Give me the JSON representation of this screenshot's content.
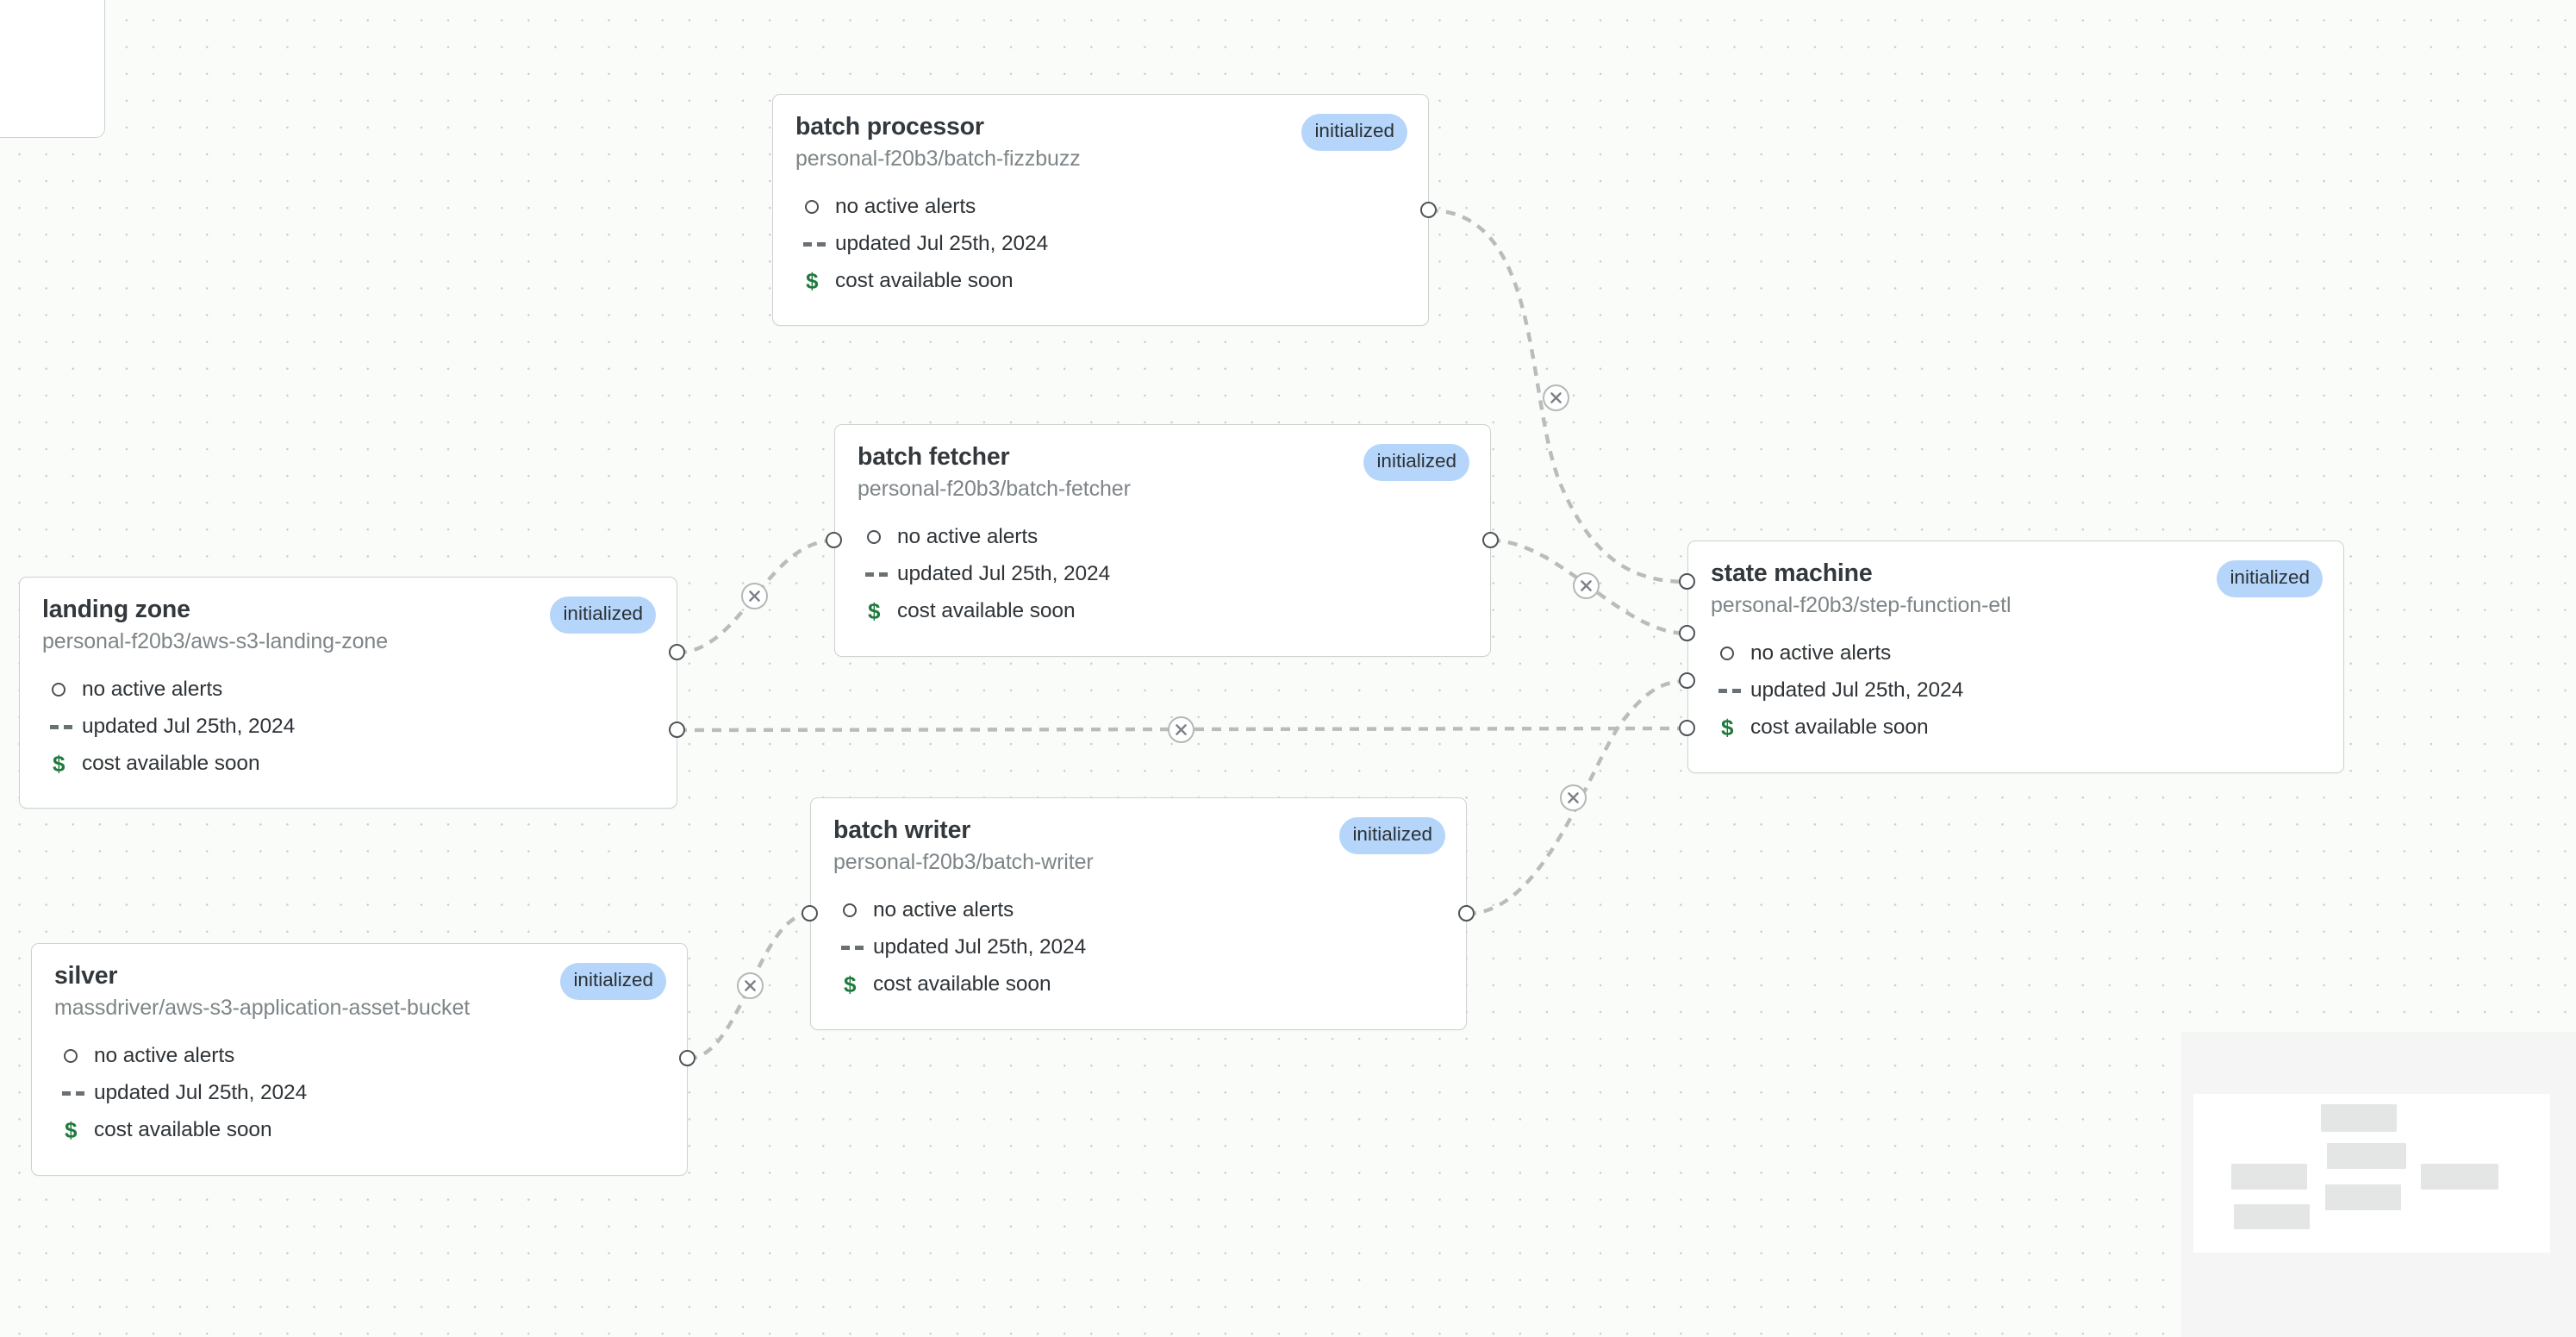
{
  "canvas": {
    "background_color": "#fafcfa",
    "grid_dot_color": "#c9cfc9",
    "edge_color": "#b9bcbb",
    "badge_color": "#b5d6fa",
    "cost_icon_color": "#1f7a3d"
  },
  "nodes": [
    {
      "id": "batch-processor",
      "title": "batch processor",
      "subtitle": "personal-f20b3/batch-fizzbuzz",
      "badge": "initialized",
      "stats": [
        {
          "icon": "bell-icon",
          "text": "no active alerts"
        },
        {
          "icon": "dashes-icon",
          "text": "updated Jul 25th, 2024"
        },
        {
          "icon": "dollar-icon",
          "text": "cost available soon"
        }
      ]
    },
    {
      "id": "batch-fetcher",
      "title": "batch fetcher",
      "subtitle": "personal-f20b3/batch-fetcher",
      "badge": "initialized",
      "stats": [
        {
          "icon": "bell-icon",
          "text": "no active alerts"
        },
        {
          "icon": "dashes-icon",
          "text": "updated Jul 25th, 2024"
        },
        {
          "icon": "dollar-icon",
          "text": "cost available soon"
        }
      ]
    },
    {
      "id": "landing-zone",
      "title": "landing zone",
      "subtitle": "personal-f20b3/aws-s3-landing-zone",
      "badge": "initialized",
      "stats": [
        {
          "icon": "bell-icon",
          "text": "no active alerts"
        },
        {
          "icon": "dashes-icon",
          "text": "updated Jul 25th, 2024"
        },
        {
          "icon": "dollar-icon",
          "text": "cost available soon"
        }
      ]
    },
    {
      "id": "state-machine",
      "title": "state machine",
      "subtitle": "personal-f20b3/step-function-etl",
      "badge": "initialized",
      "stats": [
        {
          "icon": "bell-icon",
          "text": "no active alerts"
        },
        {
          "icon": "dashes-icon",
          "text": "updated Jul 25th, 2024"
        },
        {
          "icon": "dollar-icon",
          "text": "cost available soon"
        }
      ]
    },
    {
      "id": "batch-writer",
      "title": "batch writer",
      "subtitle": "personal-f20b3/batch-writer",
      "badge": "initialized",
      "stats": [
        {
          "icon": "bell-icon",
          "text": "no active alerts"
        },
        {
          "icon": "dashes-icon",
          "text": "updated Jul 25th, 2024"
        },
        {
          "icon": "dollar-icon",
          "text": "cost available soon"
        }
      ]
    },
    {
      "id": "silver",
      "title": "silver",
      "subtitle": "massdriver/aws-s3-application-asset-bucket",
      "badge": "initialized",
      "stats": [
        {
          "icon": "bell-icon",
          "text": "no active alerts"
        },
        {
          "icon": "dashes-icon",
          "text": "updated Jul 25th, 2024"
        },
        {
          "icon": "dollar-icon",
          "text": "cost available soon"
        }
      ]
    }
  ],
  "edges": [
    {
      "id": "batch-processor-to-state-machine",
      "delete_label": "×"
    },
    {
      "id": "batch-fetcher-to-state-machine",
      "delete_label": "×"
    },
    {
      "id": "landing-zone-to-batch-fetcher",
      "delete_label": "×"
    },
    {
      "id": "landing-zone-to-state-machine",
      "delete_label": "×"
    },
    {
      "id": "batch-writer-to-state-machine",
      "delete_label": "×"
    },
    {
      "id": "silver-to-batch-writer",
      "delete_label": "×"
    }
  ]
}
